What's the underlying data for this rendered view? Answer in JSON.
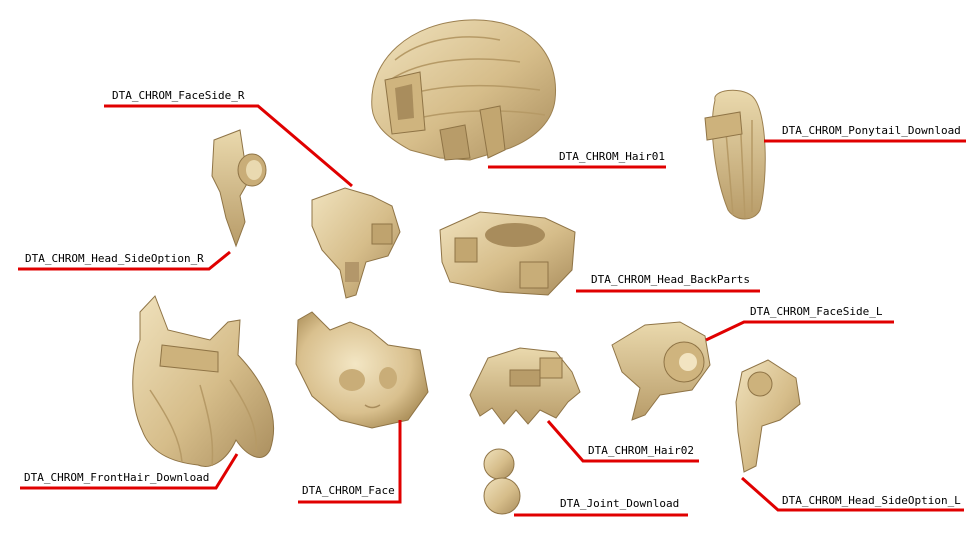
{
  "colors": {
    "part": "#d8bf8c",
    "part_dark": "#a88c5c",
    "part_light": "#efe0b8",
    "leader": "#e00000",
    "text": "#000000",
    "background": "#ffffff"
  },
  "labels": {
    "face_side_r": "DTA_CHROM_FaceSide_R",
    "hair01": "DTA_CHROM_Hair01",
    "ponytail": "DTA_CHROM_Ponytail_Download",
    "head_side_option_r": "DTA_CHROM_Head_SideOption_R",
    "head_back_parts": "DTA_CHROM_Head_BackParts",
    "face_side_l": "DTA_CHROM_FaceSide_L",
    "front_hair": "DTA_CHROM_FrontHair_Download",
    "face": "DTA_CHROM_Face",
    "hair02": "DTA_CHROM_Hair02",
    "joint": "DTA_Joint_Download",
    "head_side_option_l": "DTA_CHROM_Head_SideOption_L"
  }
}
